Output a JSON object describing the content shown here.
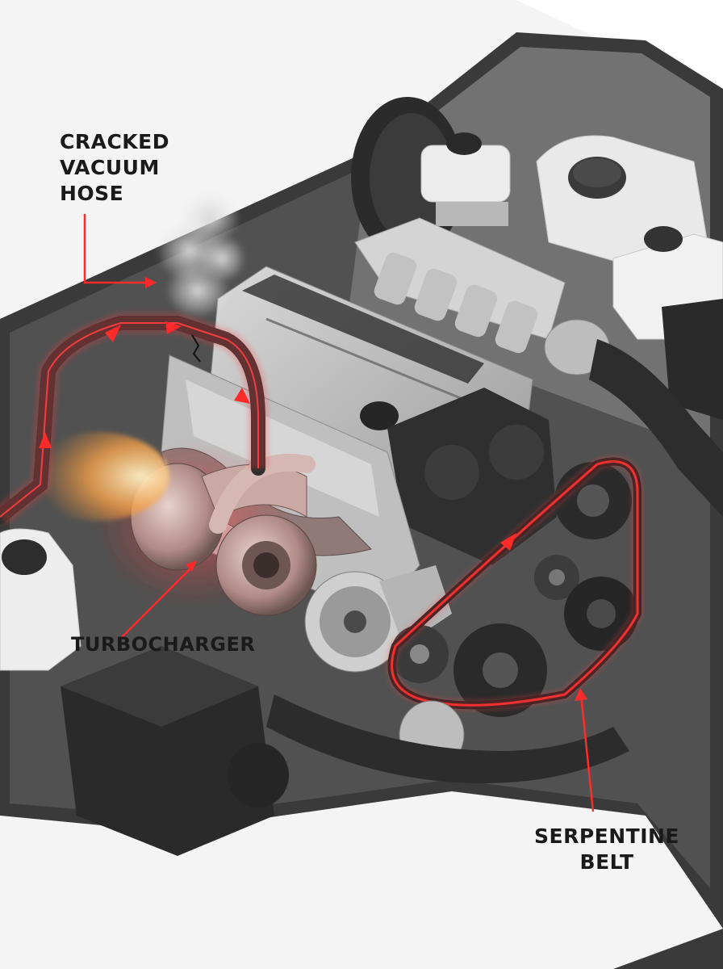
{
  "callouts": {
    "vacuum_hose": {
      "lines": [
        "CRACKED",
        "VACUUM",
        "HOSE"
      ]
    },
    "turbocharger": {
      "lines": [
        "TURBOCHARGER"
      ]
    },
    "serpentine_belt": {
      "lines": [
        "SERPENTINE",
        "BELT"
      ]
    }
  },
  "colors": {
    "highlight": "#ff2a2a",
    "body_paint": "#f4f4f4",
    "engine_metal": "#c9c9c9",
    "dark_plastic": "#2a2a2a"
  }
}
